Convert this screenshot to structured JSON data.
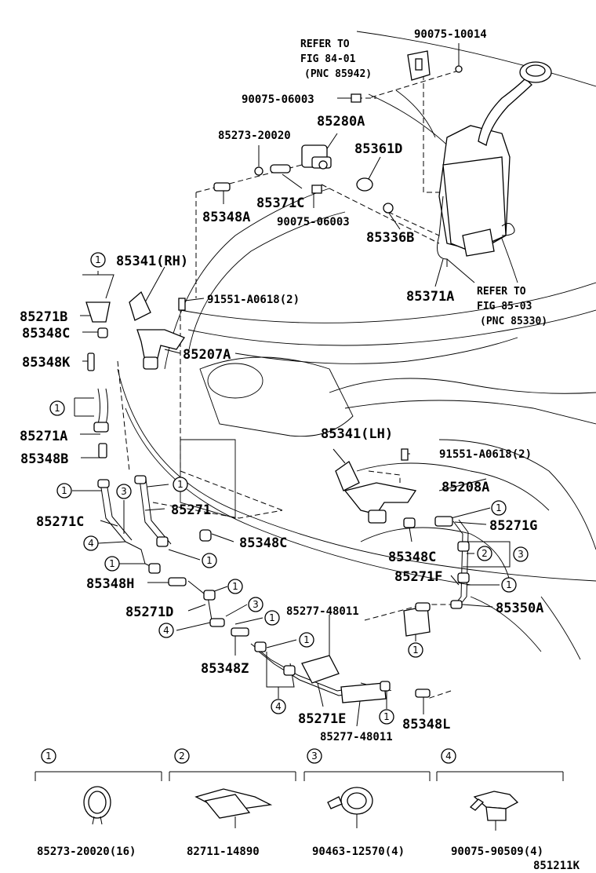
{
  "references": {
    "fig84": [
      "REFER TO",
      "FIG 84-01",
      "(PNC 85942)"
    ],
    "fig85": [
      "REFER TO",
      "FIG 85-03",
      "(PNC 85330)"
    ]
  },
  "parts": {
    "p90075_10014": "90075-10014",
    "p90075_06003_top": "90075-06003",
    "p85280A": "85280A",
    "p85273_20020": "85273-20020",
    "p85361D": "85361D",
    "p85371C": "85371C",
    "p85348A": "85348A",
    "p90075_06003_mid": "90075-06003",
    "p85336B": "85336B",
    "p85341RH": "85341(RH)",
    "p91551_1": "91551-A0618(2)",
    "p85371A": "85371A",
    "p85271B": "85271B",
    "p85348C_1": "85348C",
    "p85207A": "85207A",
    "p85348K": "85348K",
    "p85271A": "85271A",
    "p85348B": "85348B",
    "p85341LH": "85341(LH)",
    "p91551_2": "91551-A0618(2)",
    "p85208A": "85208A",
    "p85271": "85271",
    "p85271C": "85271C",
    "p85271G": "85271G",
    "p85348C_2": "85348C",
    "p85348C_3": "85348C",
    "p85271F": "85271F",
    "p85348H": "85348H",
    "p85350A": "85350A",
    "p85277_48011_a": "85277-48011",
    "p85271D": "85271D",
    "p85348Z": "85348Z",
    "p85271E": "85271E",
    "p85348L": "85348L",
    "p85277_48011_b": "85277-48011"
  },
  "legend": [
    {
      "num": "1",
      "part": "85273-20020(16)",
      "icon": "hose-clamp-icon"
    },
    {
      "num": "2",
      "part": "82711-14890",
      "icon": "wire-clip-icon"
    },
    {
      "num": "3",
      "part": "90463-12570(4)",
      "icon": "band-clamp-icon"
    },
    {
      "num": "4",
      "part": "90075-90509(4)",
      "icon": "retainer-clip-icon"
    }
  ],
  "figure_code": "851211K"
}
